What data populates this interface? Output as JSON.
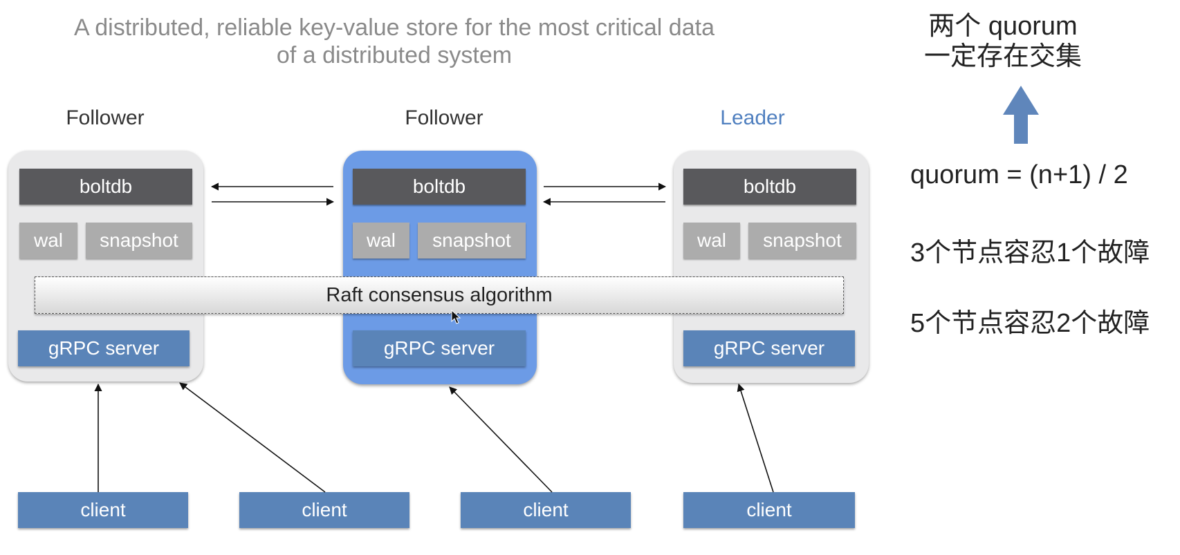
{
  "title": {
    "line1": "A distributed, reliable key-value store for the most critical data",
    "line2": "of a distributed system"
  },
  "nodes": [
    {
      "role": "Follower",
      "store": "boltdb",
      "wal": "wal",
      "snapshot": "snapshot",
      "server": "gRPC server"
    },
    {
      "role": "Follower",
      "store": "boltdb",
      "wal": "wal",
      "snapshot": "snapshot",
      "server": "gRPC server"
    },
    {
      "role": "Leader",
      "store": "boltdb",
      "wal": "wal",
      "snapshot": "snapshot",
      "server": "gRPC server"
    }
  ],
  "raft_label": "Raft consensus algorithm",
  "clients": [
    "client",
    "client",
    "client",
    "client"
  ],
  "notes": {
    "intersect_line1": "两个 quorum",
    "intersect_line2": "一定存在交集",
    "formula": "quorum = (n+1) / 2",
    "three_nodes": "3个节点容忍1个故障",
    "five_nodes": "5个节点容忍2个故障"
  },
  "colors": {
    "leader_label": "#4f7fbf",
    "active_node": "#6c9be6",
    "boltdb": "#59595c",
    "wal_snapshot": "#acacac",
    "grpc_client": "#5a84b8",
    "up_arrow": "#5f86bb"
  }
}
